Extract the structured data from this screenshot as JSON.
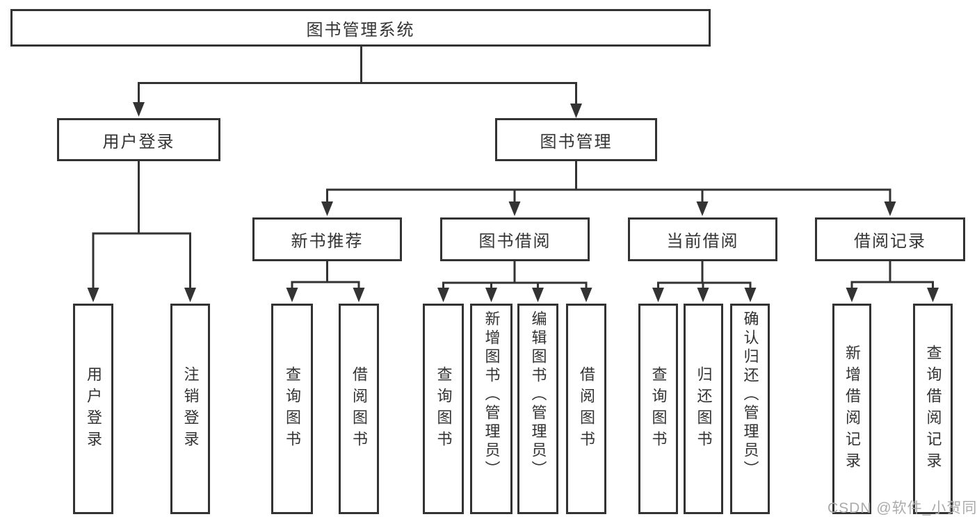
{
  "diagram": {
    "title": "图书管理系统",
    "colors": {
      "line": "#333333",
      "node_border": "#333333",
      "node_fill": "#ffffff",
      "text": "#333333",
      "watermark_text": "#ababab",
      "background": "#ffffff"
    },
    "nodes": {
      "root": {
        "label": "图书管理系统"
      },
      "user_login": {
        "label": "用户登录"
      },
      "book_mgmt": {
        "label": "图书管理"
      },
      "new_rec": {
        "label": "新书推荐"
      },
      "book_borrow": {
        "label": "图书借阅"
      },
      "current_borrow": {
        "label": "当前借阅"
      },
      "borrow_records": {
        "label": "借阅记录"
      },
      "ul_login": {
        "label": "用户登录"
      },
      "ul_logout": {
        "label": "注销登录"
      },
      "nr_query": {
        "label": "查询图书"
      },
      "nr_borrow": {
        "label": "借阅图书"
      },
      "bb_query": {
        "label": "查询图书"
      },
      "bb_add": {
        "label": "新增图书（管理员）"
      },
      "bb_edit": {
        "label": "编辑图书（管理员）"
      },
      "bb_borrow": {
        "label": "借阅图书"
      },
      "cb_query": {
        "label": "查询图书"
      },
      "cb_return": {
        "label": "归还图书"
      },
      "cb_confirm": {
        "label": "确认归还（管理员）"
      },
      "br_add": {
        "label": "新增借阅记录"
      },
      "br_query": {
        "label": "查询借阅记录"
      }
    },
    "watermark": {
      "text": "CSDN @软件_小贺同学"
    }
  }
}
